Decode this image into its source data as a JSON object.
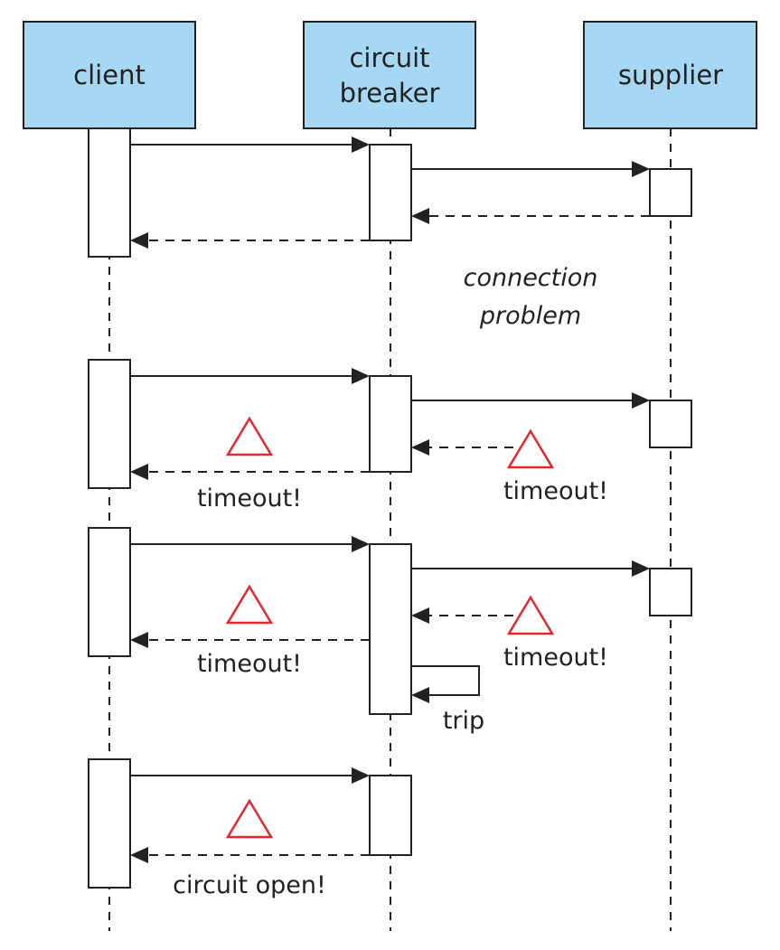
{
  "participants": [
    {
      "id": "client",
      "lines": [
        "client"
      ]
    },
    {
      "id": "circuit-breaker",
      "lines": [
        "circuit",
        "breaker"
      ]
    },
    {
      "id": "supplier",
      "lines": [
        "supplier"
      ]
    }
  ],
  "annotations": {
    "connection_problem": [
      "connection",
      "problem"
    ],
    "timeout_1_client": "timeout!",
    "timeout_1_supplier": "timeout!",
    "timeout_2_client": "timeout!",
    "timeout_2_supplier": "timeout!",
    "trip": "trip",
    "circuit_open": "circuit open!"
  },
  "colors": {
    "participant_fill": "#a6d8f4",
    "line": "#222222",
    "warning": "#e0282e"
  },
  "icons": {
    "warning": "warning-triangle-icon"
  }
}
